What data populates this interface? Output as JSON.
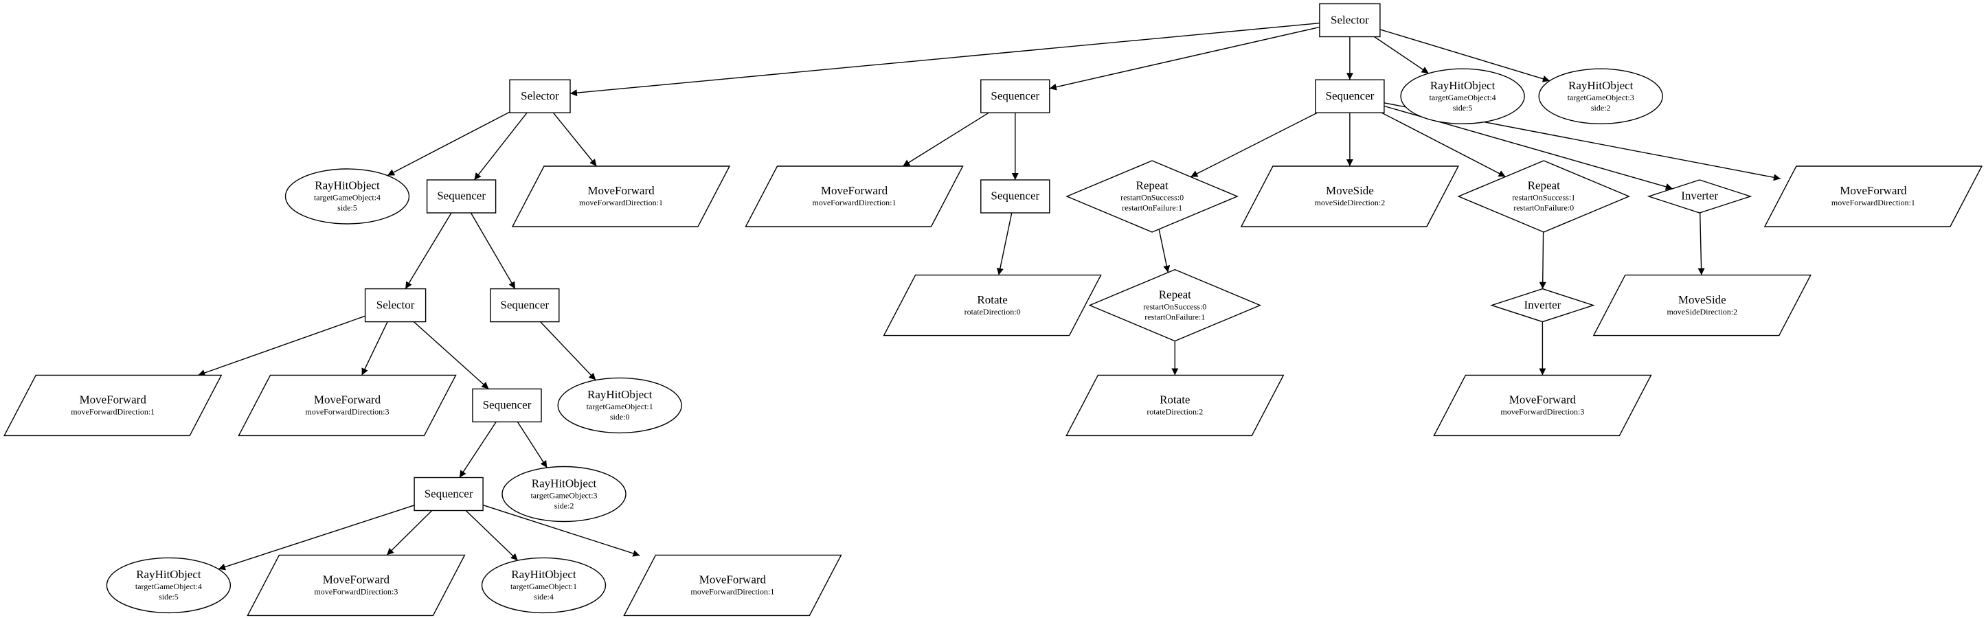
{
  "diagram": {
    "nodes": [
      {
        "id": "n0",
        "kind": "selector",
        "label": "Selector",
        "params": []
      },
      {
        "id": "n1",
        "kind": "selector",
        "label": "Selector",
        "params": []
      },
      {
        "id": "n2",
        "kind": "sequencer",
        "label": "Sequencer",
        "params": []
      },
      {
        "id": "n3",
        "kind": "sequencer",
        "label": "Sequencer",
        "params": []
      },
      {
        "id": "n4",
        "kind": "condition",
        "label": "RayHitObject",
        "params": [
          "targetGameObject:4",
          "side:5"
        ]
      },
      {
        "id": "n5",
        "kind": "condition",
        "label": "RayHitObject",
        "params": [
          "targetGameObject:3",
          "side:2"
        ]
      },
      {
        "id": "n6",
        "kind": "condition",
        "label": "RayHitObject",
        "params": [
          "targetGameObject:4",
          "side:5"
        ]
      },
      {
        "id": "n7",
        "kind": "sequencer",
        "label": "Sequencer",
        "params": []
      },
      {
        "id": "n8",
        "kind": "action",
        "label": "MoveForward",
        "params": [
          "moveForwardDirection:1"
        ]
      },
      {
        "id": "n9",
        "kind": "action",
        "label": "MoveForward",
        "params": [
          "moveForwardDirection:1"
        ]
      },
      {
        "id": "n10",
        "kind": "sequencer",
        "label": "Sequencer",
        "params": []
      },
      {
        "id": "n11",
        "kind": "repeat",
        "label": "Repeat",
        "params": [
          "restartOnSuccess:0",
          "restartOnFailure:1"
        ]
      },
      {
        "id": "n12",
        "kind": "action",
        "label": "MoveSide",
        "params": [
          "moveSideDirection:2"
        ]
      },
      {
        "id": "n13",
        "kind": "repeat",
        "label": "Repeat",
        "params": [
          "restartOnSuccess:1",
          "restartOnFailure:0"
        ]
      },
      {
        "id": "n14",
        "kind": "inverter",
        "label": "Inverter",
        "params": []
      },
      {
        "id": "n15",
        "kind": "action",
        "label": "MoveForward",
        "params": [
          "moveForwardDirection:1"
        ]
      },
      {
        "id": "n16",
        "kind": "selector",
        "label": "Selector",
        "params": []
      },
      {
        "id": "n17",
        "kind": "sequencer",
        "label": "Sequencer",
        "params": []
      },
      {
        "id": "n18",
        "kind": "action",
        "label": "Rotate",
        "params": [
          "rotateDirection:0"
        ]
      },
      {
        "id": "n19",
        "kind": "repeat",
        "label": "Repeat",
        "params": [
          "restartOnSuccess:0",
          "restartOnFailure:1"
        ]
      },
      {
        "id": "n20",
        "kind": "inverter",
        "label": "Inverter",
        "params": []
      },
      {
        "id": "n21",
        "kind": "action",
        "label": "MoveSide",
        "params": [
          "moveSideDirection:2"
        ]
      },
      {
        "id": "n22",
        "kind": "action",
        "label": "MoveForward",
        "params": [
          "moveForwardDirection:1"
        ]
      },
      {
        "id": "n23",
        "kind": "action",
        "label": "MoveForward",
        "params": [
          "moveForwardDirection:3"
        ]
      },
      {
        "id": "n24",
        "kind": "sequencer",
        "label": "Sequencer",
        "params": []
      },
      {
        "id": "n25",
        "kind": "condition",
        "label": "RayHitObject",
        "params": [
          "targetGameObject:1",
          "side:0"
        ]
      },
      {
        "id": "n26",
        "kind": "action",
        "label": "Rotate",
        "params": [
          "rotateDirection:2"
        ]
      },
      {
        "id": "n27",
        "kind": "action",
        "label": "MoveForward",
        "params": [
          "moveForwardDirection:3"
        ]
      },
      {
        "id": "n28",
        "kind": "sequencer",
        "label": "Sequencer",
        "params": []
      },
      {
        "id": "n29",
        "kind": "condition",
        "label": "RayHitObject",
        "params": [
          "targetGameObject:3",
          "side:2"
        ]
      },
      {
        "id": "n30",
        "kind": "condition",
        "label": "RayHitObject",
        "params": [
          "targetGameObject:4",
          "side:5"
        ]
      },
      {
        "id": "n31",
        "kind": "action",
        "label": "MoveForward",
        "params": [
          "moveForwardDirection:3"
        ]
      },
      {
        "id": "n32",
        "kind": "condition",
        "label": "RayHitObject",
        "params": [
          "targetGameObject:1",
          "side:4"
        ]
      },
      {
        "id": "n33",
        "kind": "action",
        "label": "MoveForward",
        "params": [
          "moveForwardDirection:1"
        ]
      }
    ],
    "edges": [
      [
        "n0",
        "n1"
      ],
      [
        "n0",
        "n2"
      ],
      [
        "n0",
        "n3"
      ],
      [
        "n0",
        "n4"
      ],
      [
        "n0",
        "n5"
      ],
      [
        "n1",
        "n6"
      ],
      [
        "n1",
        "n7"
      ],
      [
        "n1",
        "n8"
      ],
      [
        "n2",
        "n9"
      ],
      [
        "n2",
        "n10"
      ],
      [
        "n3",
        "n11"
      ],
      [
        "n3",
        "n12"
      ],
      [
        "n3",
        "n13"
      ],
      [
        "n3",
        "n14"
      ],
      [
        "n3",
        "n15"
      ],
      [
        "n7",
        "n16"
      ],
      [
        "n7",
        "n17"
      ],
      [
        "n10",
        "n18"
      ],
      [
        "n11",
        "n19"
      ],
      [
        "n13",
        "n20"
      ],
      [
        "n14",
        "n21"
      ],
      [
        "n16",
        "n22"
      ],
      [
        "n16",
        "n23"
      ],
      [
        "n16",
        "n24"
      ],
      [
        "n17",
        "n25"
      ],
      [
        "n19",
        "n26"
      ],
      [
        "n20",
        "n27"
      ],
      [
        "n24",
        "n28"
      ],
      [
        "n24",
        "n29"
      ],
      [
        "n28",
        "n30"
      ],
      [
        "n28",
        "n31"
      ],
      [
        "n28",
        "n32"
      ],
      [
        "n28",
        "n33"
      ]
    ]
  }
}
